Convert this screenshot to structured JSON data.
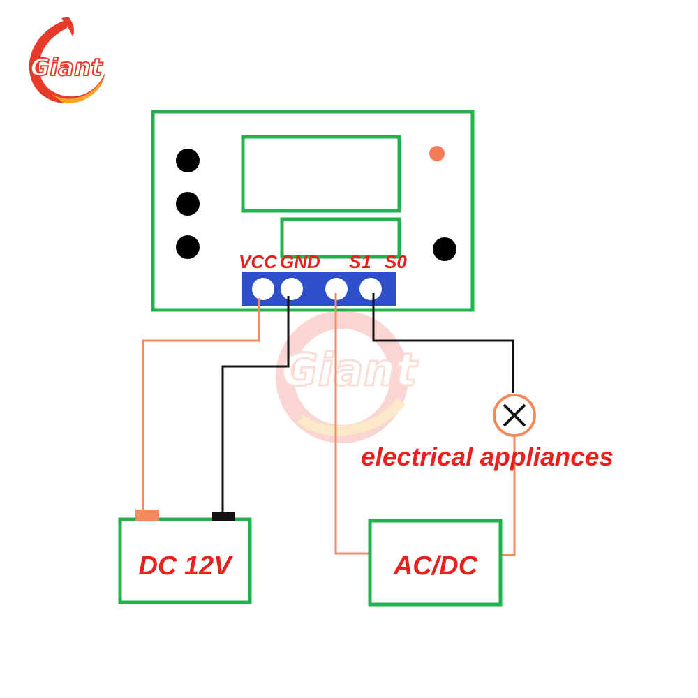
{
  "logo": {
    "text": "Giant",
    "colors": {
      "primary": "#e83a2a",
      "accent": "#f5a623"
    }
  },
  "watermark": {
    "text": "Giant"
  },
  "module": {
    "terminals": {
      "vcc": "VCC",
      "gnd": "GND",
      "s1": "S1",
      "s0": "S0"
    },
    "colors": {
      "border": "#22b14c",
      "terminal_block": "#2f4fc8",
      "indicator_led": "#f77b57",
      "button": "#000000"
    }
  },
  "power_supply": {
    "label": "DC 12V"
  },
  "mains_source": {
    "label": "AC/DC"
  },
  "load": {
    "label": "electrical appliances"
  },
  "colors": {
    "wire_positive": "#f58a5c",
    "wire_negative": "#111111",
    "label_red": "#e8201e"
  }
}
